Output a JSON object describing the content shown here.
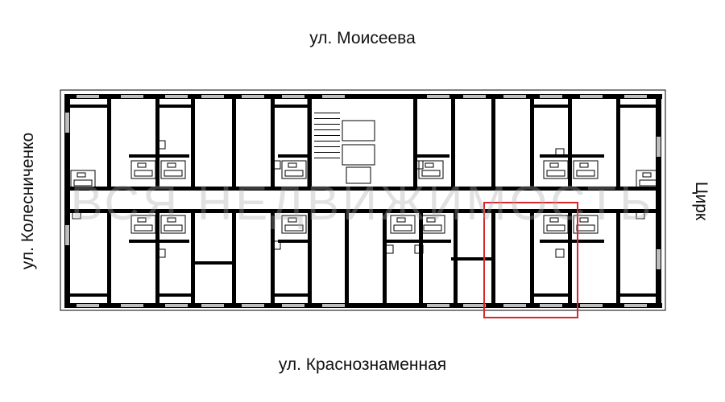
{
  "streets": {
    "top": "ул. Моисеева",
    "bottom": "ул. Краснознаменная",
    "left": "ул. Колесниченко",
    "right": "Цирк"
  },
  "watermark": "ВСЯ НЕДВИЖИМОСТЬ",
  "highlight": {
    "label": "selected-apartment",
    "color": "#d9262c"
  },
  "colors": {
    "walls": "#000000",
    "windows": "#bdbdbd"
  }
}
